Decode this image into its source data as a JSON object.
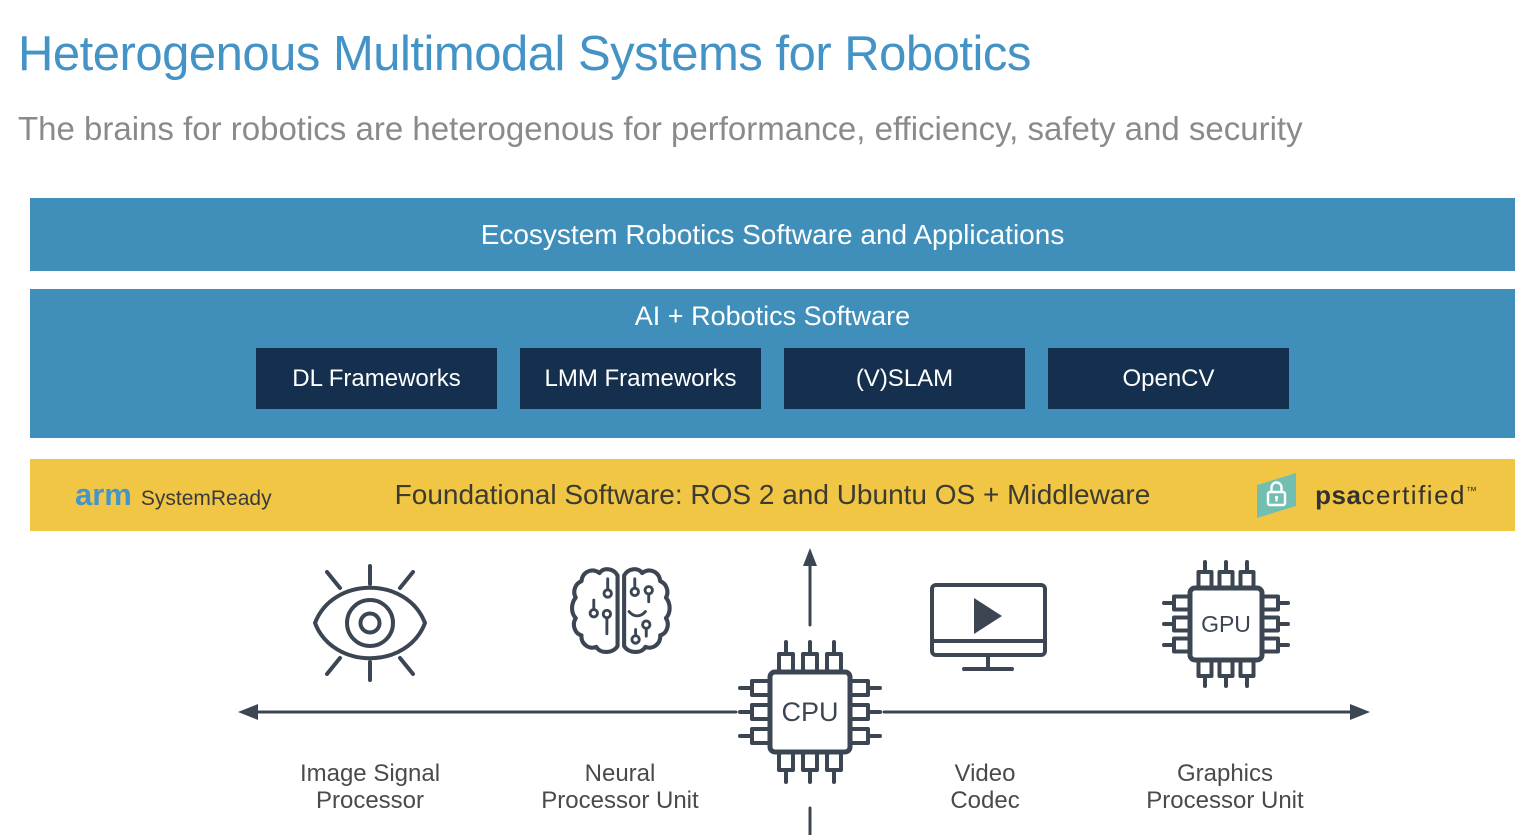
{
  "header": {
    "title": "Heterogenous Multimodal Systems for Robotics",
    "subtitle": "The brains for robotics are heterogenous for performance, efficiency, safety and security"
  },
  "layers": {
    "ecosystem": {
      "label": "Ecosystem Robotics Software and Applications"
    },
    "ai_robotics": {
      "label": "AI + Robotics Software",
      "frameworks": [
        {
          "label": "DL Frameworks"
        },
        {
          "label": "LMM Frameworks"
        },
        {
          "label": "(V)SLAM"
        },
        {
          "label": "OpenCV"
        }
      ]
    },
    "foundational": {
      "label": "Foundational Software: ROS 2 and Ubuntu OS + Middleware",
      "arm_logo": {
        "brand": "arm",
        "product": "SystemReady"
      },
      "psa_logo": {
        "bold": "psa",
        "rest": "certified",
        "tm": "™"
      }
    }
  },
  "hardware": {
    "cpu_label": "CPU",
    "gpu_label": "GPU",
    "units": [
      {
        "line1": "Image Signal",
        "line2": "Processor"
      },
      {
        "line1": "Neural",
        "line2": "Processor Unit"
      },
      {
        "line1": "Video",
        "line2": "Codec"
      },
      {
        "line1": "Graphics",
        "line2": "Processor Unit"
      }
    ]
  },
  "colors": {
    "title_blue": "#4493C6",
    "subtitle_gray": "#8A8A8A",
    "bar_blue": "#3F8FBA",
    "box_navy": "#15304E",
    "bar_yellow": "#F2C645",
    "arm_blue": "#4496C9",
    "psa_teal": "#72BFB2",
    "icon_slate": "#3C4653"
  }
}
